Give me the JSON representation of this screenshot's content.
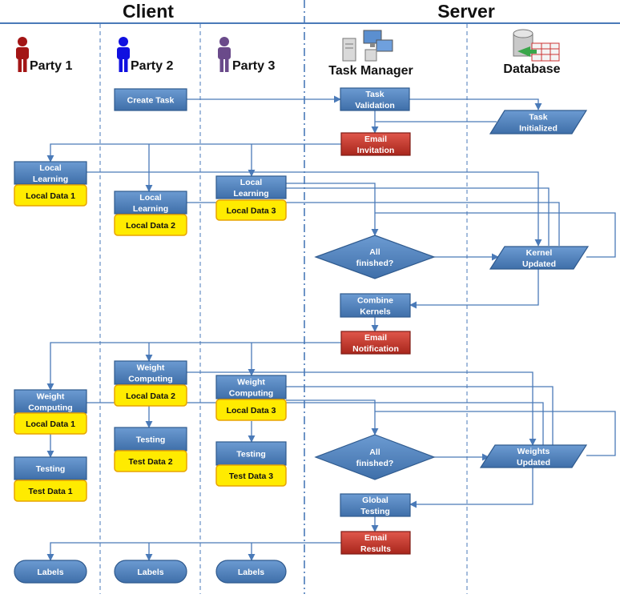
{
  "header": {
    "client": "Client",
    "server": "Server"
  },
  "lanes": {
    "party1": "Party 1",
    "party2": "Party 2",
    "party3": "Party 3",
    "task_manager": "Task Manager",
    "database": "Database"
  },
  "icons": {
    "party1": "person-icon",
    "party2": "person-icon",
    "party3": "person-icon",
    "task_manager": "computer-network-icon",
    "database": "database-icon"
  },
  "colors": {
    "party1": "#a31515",
    "party2": "#1010e0",
    "party3": "#6a4a8a",
    "process_fill": "#4f81bd",
    "email_fill": "#c0392b",
    "data_fill": "#ffeb00",
    "connector": "#4a7ab8"
  },
  "nodes": {
    "create_task": [
      "Create Task"
    ],
    "task_validation": [
      "Task",
      "Validation"
    ],
    "task_initialized": [
      "Task",
      "Initialized"
    ],
    "email_invitation": [
      "Email",
      "Invitation"
    ],
    "p1_local_learning": [
      "Local",
      "Learning"
    ],
    "p1_local_data": [
      "Local Data 1"
    ],
    "p2_local_learning": [
      "Local",
      "Learning"
    ],
    "p2_local_data": [
      "Local Data 2"
    ],
    "p3_local_learning": [
      "Local",
      "Learning"
    ],
    "p3_local_data": [
      "Local Data 3"
    ],
    "all_finished_1": [
      "All",
      "finished?"
    ],
    "kernel_updated": [
      "Kernel",
      "Updated"
    ],
    "combine_kernels": [
      "Combine",
      "Kernels"
    ],
    "email_notification": [
      "Email",
      "Notification"
    ],
    "p2_weight_computing": [
      "Weight",
      "Computing"
    ],
    "p2_weight_data": [
      "Local Data 2"
    ],
    "p3_weight_computing": [
      "Weight",
      "Computing"
    ],
    "p3_weight_data": [
      "Local Data 3"
    ],
    "p1_weight_computing": [
      "Weight",
      "Computing"
    ],
    "p1_weight_data": [
      "Local Data 1"
    ],
    "p1_testing": [
      "Testing"
    ],
    "p1_test_data": [
      "Test Data 1"
    ],
    "p2_testing": [
      "Testing"
    ],
    "p2_test_data": [
      "Test Data 2"
    ],
    "p3_testing": [
      "Testing"
    ],
    "p3_test_data": [
      "Test Data 3"
    ],
    "all_finished_2": [
      "All",
      "finished?"
    ],
    "weights_updated": [
      "Weights",
      "Updated"
    ],
    "global_testing": [
      "Global",
      "Testing"
    ],
    "email_results": [
      "Email",
      "Results"
    ],
    "p1_labels": [
      "Labels"
    ],
    "p2_labels": [
      "Labels"
    ],
    "p3_labels": [
      "Labels"
    ]
  }
}
